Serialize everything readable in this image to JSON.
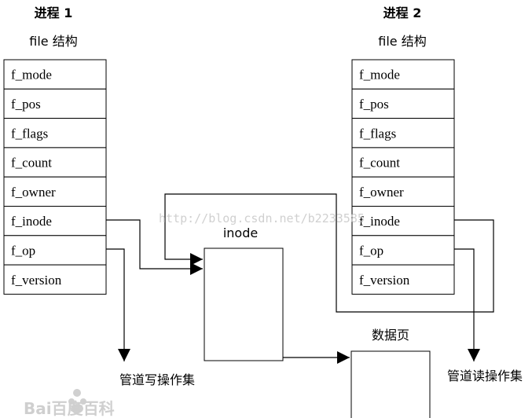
{
  "process1": {
    "title": "进程 1",
    "struct_label": "file 结构",
    "fields": [
      "f_mode",
      "f_pos",
      "f_flags",
      "f_count",
      "f_owner",
      "f_inode",
      "f_op",
      "f_version"
    ]
  },
  "process2": {
    "title": "进程 2",
    "struct_label": "file 结构",
    "fields": [
      "f_mode",
      "f_pos",
      "f_flags",
      "f_count",
      "f_owner",
      "f_inode",
      "f_op",
      "f_version"
    ]
  },
  "inode": {
    "label": "inode"
  },
  "data_page": {
    "label": "数据页"
  },
  "write_ops": {
    "label": "管道写操作集"
  },
  "read_ops": {
    "label": "管道读操作集"
  },
  "watermark": {
    "url": "http://blog.csdn.net/b2233585",
    "brand": "Bai百度百科"
  }
}
